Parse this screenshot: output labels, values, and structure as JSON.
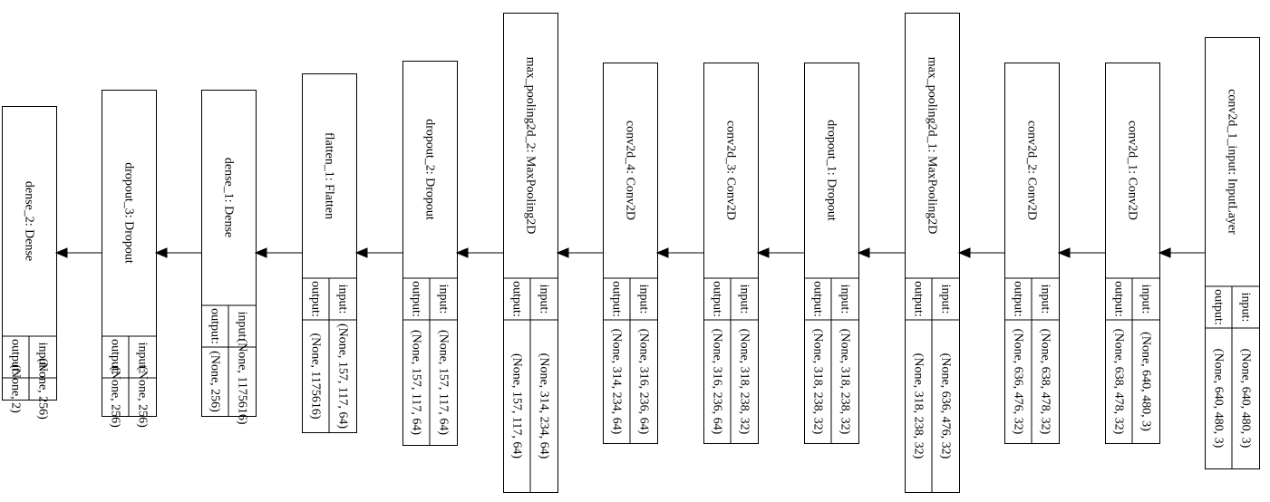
{
  "layers": [
    {
      "name": "conv2d_1_input: InputLayer",
      "input_label": "input:",
      "input_shape": "(None, 640, 480, 3)",
      "output_label": "output:",
      "output_shape": "(None, 640, 480, 3)"
    },
    {
      "name": "conv2d_1: Conv2D",
      "input_label": "input:",
      "input_shape": "(None, 640, 480, 3)",
      "output_label": "output:",
      "output_shape": "(None, 638, 478, 32)"
    },
    {
      "name": "conv2d_2: Conv2D",
      "input_label": "input:",
      "input_shape": "(None, 638, 478, 32)",
      "output_label": "output:",
      "output_shape": "(None, 636, 476, 32)"
    },
    {
      "name": "max_pooling2d_1: MaxPooling2D",
      "input_label": "input:",
      "input_shape": "(None, 636, 476, 32)",
      "output_label": "output:",
      "output_shape": "(None, 318, 238, 32)"
    },
    {
      "name": "dropout_1: Dropout",
      "input_label": "input:",
      "input_shape": "(None, 318, 238, 32)",
      "output_label": "output:",
      "output_shape": "(None, 318, 238, 32)"
    },
    {
      "name": "conv2d_3: Conv2D",
      "input_label": "input:",
      "input_shape": "(None, 318, 238, 32)",
      "output_label": "output:",
      "output_shape": "(None, 316, 236, 64)"
    },
    {
      "name": "conv2d_4: Conv2D",
      "input_label": "input:",
      "input_shape": "(None, 316, 236, 64)",
      "output_label": "output:",
      "output_shape": "(None, 314, 234, 64)"
    },
    {
      "name": "max_pooling2d_2: MaxPooling2D",
      "input_label": "input:",
      "input_shape": "(None, 314, 234, 64)",
      "output_label": "output:",
      "output_shape": "(None, 157, 117, 64)"
    },
    {
      "name": "dropout_2: Dropout",
      "input_label": "input:",
      "input_shape": "(None, 157, 117, 64)",
      "output_label": "output:",
      "output_shape": "(None, 157, 117, 64)"
    },
    {
      "name": "flatten_1: Flatten",
      "input_label": "input:",
      "input_shape": "(None, 157, 117, 64)",
      "output_label": "output:",
      "output_shape": "(None, 1175616)"
    },
    {
      "name": "dense_1: Dense",
      "input_label": "input:",
      "input_shape": "(None, 1175616)",
      "output_label": "output:",
      "output_shape": "(None, 256)"
    },
    {
      "name": "dropout_3: Dropout",
      "input_label": "input:",
      "input_shape": "(None, 256)",
      "output_label": "output:",
      "output_shape": "(None, 256)"
    },
    {
      "name": "dense_2: Dense",
      "input_label": "input:",
      "input_shape": "(None, 256)",
      "output_label": "output:",
      "output_shape": "(None, 2)"
    }
  ],
  "colors": {
    "stroke": "#000000",
    "background": "#ffffff"
  }
}
